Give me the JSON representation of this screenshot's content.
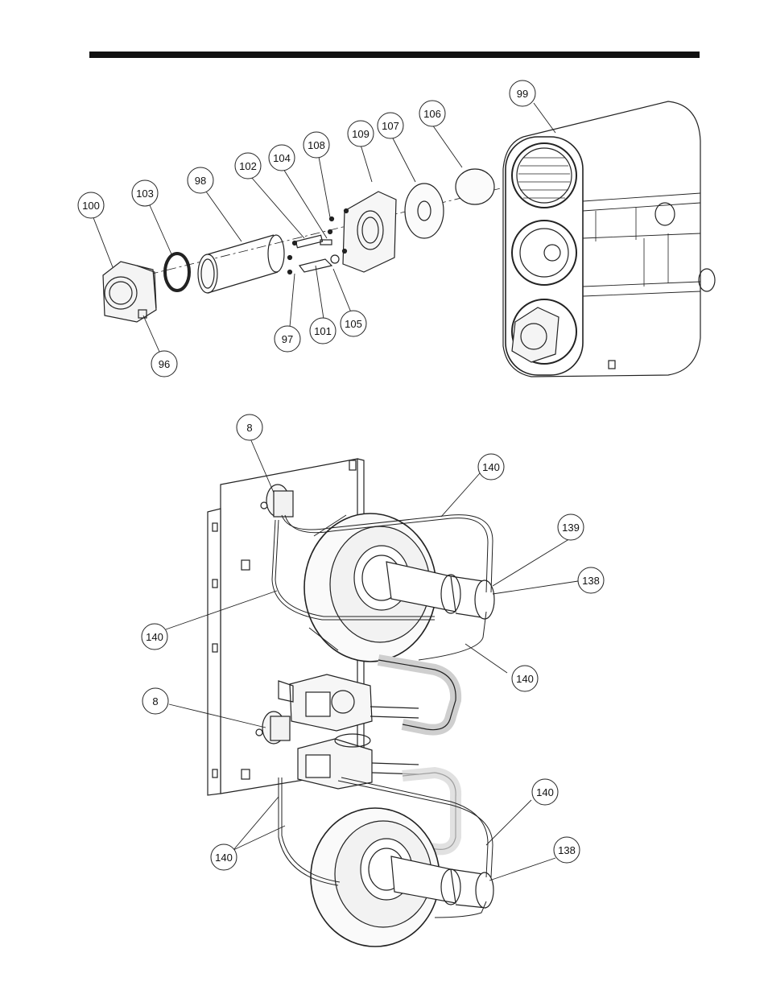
{
  "callouts": {
    "c99": "99",
    "c100": "100",
    "c103": "103",
    "c98": "98",
    "c102": "102",
    "c104": "104",
    "c108": "108",
    "c109": "109",
    "c107": "107",
    "c106": "106",
    "c96": "96",
    "c97": "97",
    "c101": "101",
    "c105": "105",
    "c8a": "8",
    "c140a": "140",
    "c139": "139",
    "c138a": "138",
    "c140b": "140",
    "c140c": "140",
    "c8b": "8",
    "c140d": "140",
    "c140e": "140",
    "c138b": "138"
  }
}
